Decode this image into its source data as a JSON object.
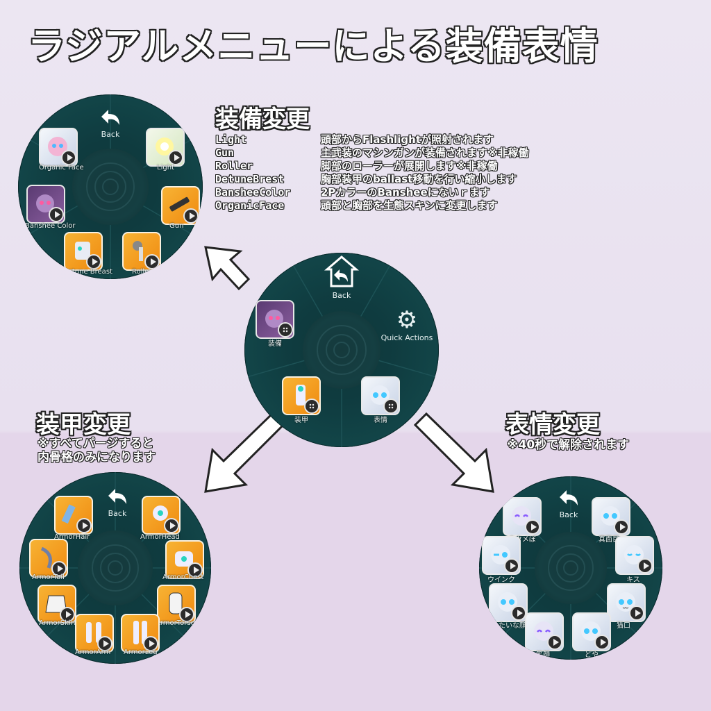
{
  "title": "ラジアルメニューによる装備表情",
  "equip_panel": {
    "heading": "装備変更",
    "descriptions": [
      {
        "key": "Light",
        "text": "頭部からFlashlightが照射されます"
      },
      {
        "key": "Gun",
        "text": "主武装のマシンガンが装備されます※非稼働"
      },
      {
        "key": "Roller",
        "text": "脚部のローラーが展開します※非稼働"
      },
      {
        "key": "DetuneBrest",
        "text": "胸部装甲のballast移動を行い縮小します"
      },
      {
        "key": "BansheeColor",
        "text": "2PカラーのBansheeにないｒます"
      },
      {
        "key": "OrganicFace",
        "text": "頭部と胸部を生態スキンに変更します"
      }
    ],
    "menu": {
      "back": "Back",
      "items": [
        "Organic Face",
        "Light",
        "Banshee Color",
        "Gun",
        "Detune Breast",
        "Roller"
      ]
    }
  },
  "main_menu": {
    "back": "Back",
    "quick_actions": "Quick Actions",
    "items": [
      "装備",
      "装甲",
      "表情"
    ]
  },
  "armor_panel": {
    "heading": "装甲変更",
    "note_line1": "※すべてパージすると",
    "note_line2": "内骨格のみになります",
    "menu": {
      "back": "Back",
      "items": [
        "ArmorHair",
        "ArmorHead",
        "ArmorTail",
        "ArmorChest",
        "ArmorSkirt",
        "ArmorTorso",
        "ArmorArm",
        "ArmorLeg"
      ]
    }
  },
  "face_panel": {
    "heading": "表情変更",
    "note": "※40秒で解除されます",
    "menu": {
      "back": "Back",
      "items": [
        "ウタメぽ",
        "真面目",
        "ウインク",
        "キス",
        "泉みたいな顔",
        "猫口",
        "笑顔",
        "どや"
      ]
    }
  },
  "colors": {
    "menu_bg": "#0f3b3f",
    "tile_orange": "#f39a1d",
    "page_bg_top": "#ece6f2",
    "page_bg_bottom": "#e4d6ea"
  }
}
